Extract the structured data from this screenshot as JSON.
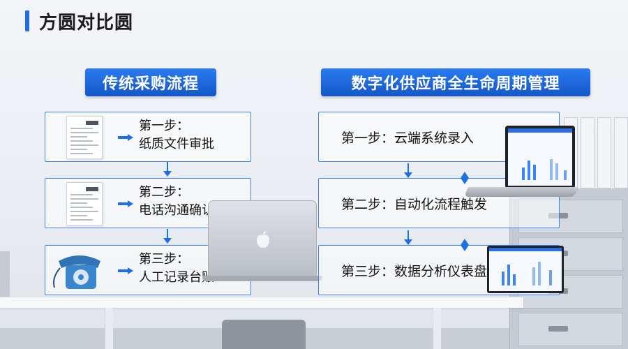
{
  "page": {
    "title": "方圆对比圆"
  },
  "left": {
    "header": "传统采购流程",
    "steps": [
      {
        "step_label": "第一步：",
        "text": "纸质文件审批"
      },
      {
        "step_label": "第二步：",
        "text": "电话沟通确认"
      },
      {
        "step_label": "第三步：",
        "text": "人工记录台账"
      }
    ]
  },
  "right": {
    "header": "数字化供应商全生命周期管理",
    "steps": [
      {
        "text": "第一步：云端系统录入"
      },
      {
        "text": "第二步：自动化流程触发"
      },
      {
        "text": "第三步：数据分析仪表盘"
      }
    ]
  },
  "icons": {
    "title_marker": "title-bar-icon",
    "doc": "document-icon",
    "arrow": "arrow-right-icon",
    "down": "arrow-down-icon",
    "phone": "telephone-icon",
    "apple": "apple-logo-icon"
  },
  "colors": {
    "accent": "#1f6fe0",
    "header_bg": "#1557c9",
    "box_border": "#3b82f6",
    "text": "#111111"
  }
}
